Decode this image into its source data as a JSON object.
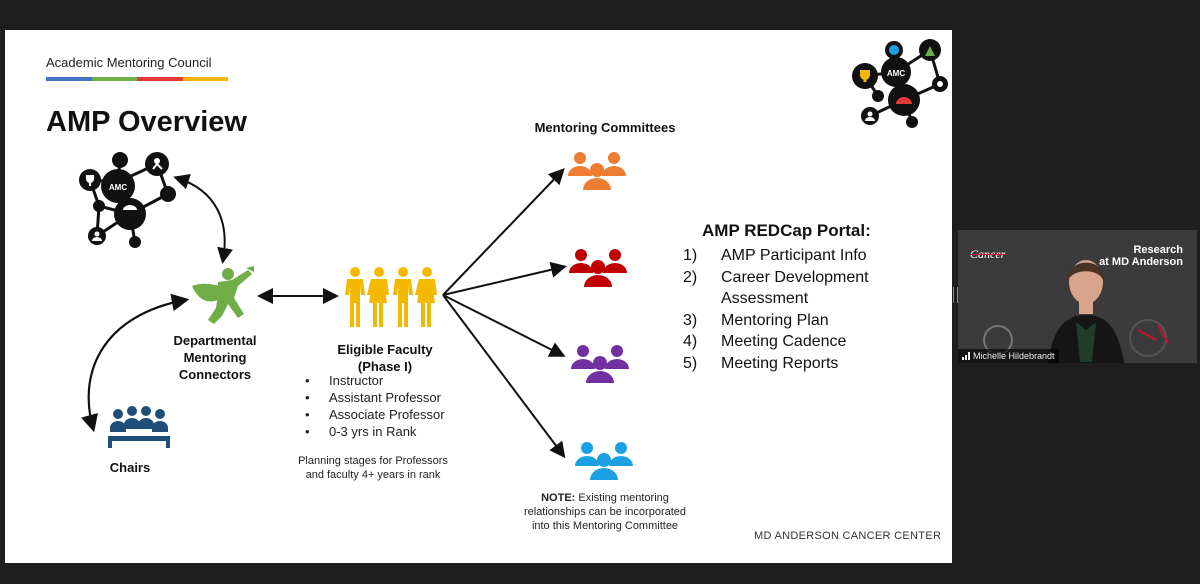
{
  "header": {
    "council": "Academic Mentoring Council",
    "title": "AMP Overview",
    "bar_colors": [
      "#4472c4",
      "#70ad47",
      "#e53935",
      "#f5b800"
    ]
  },
  "logo": {
    "text": "AMC"
  },
  "nodes": {
    "connectors": "Departmental\nMentoring\nConnectors",
    "chairs": "Chairs",
    "faculty_title": "Eligible Faculty\n(Phase I)",
    "faculty_list": [
      "Instructor",
      "Assistant Professor",
      "Associate Professor",
      "0-3 yrs in Rank"
    ],
    "planning": "Planning stages for Professors\nand faculty 4+ years in rank",
    "committees": "Mentoring Committees",
    "note_bold": "NOTE:",
    "note_text": " Existing mentoring\nrelationships can be incorporated\ninto this Mentoring Committee"
  },
  "portal": {
    "title": "AMP REDCap Portal:",
    "items": [
      {
        "num": "1)",
        "text": "AMP Participant Info"
      },
      {
        "num": "2)",
        "text": "Career Development\nAssessment"
      },
      {
        "num": "3)",
        "text": "Mentoring Plan"
      },
      {
        "num": "4)",
        "text": "Meeting Cadence"
      },
      {
        "num": "5)",
        "text": "Meeting Reports"
      }
    ]
  },
  "footer": "MD ANDERSON CANCER CENTER",
  "colors": {
    "green": "#70ad47",
    "yellow": "#f5b800",
    "orange": "#ed7d31",
    "red": "#c00000",
    "purple": "#7030a0",
    "blue": "#1f4e79",
    "cyan": "#1ba1e2"
  },
  "video": {
    "brand": "Cancer",
    "research": "Research\nat MD Anderson",
    "participant": "Michelle Hildebrandt"
  }
}
